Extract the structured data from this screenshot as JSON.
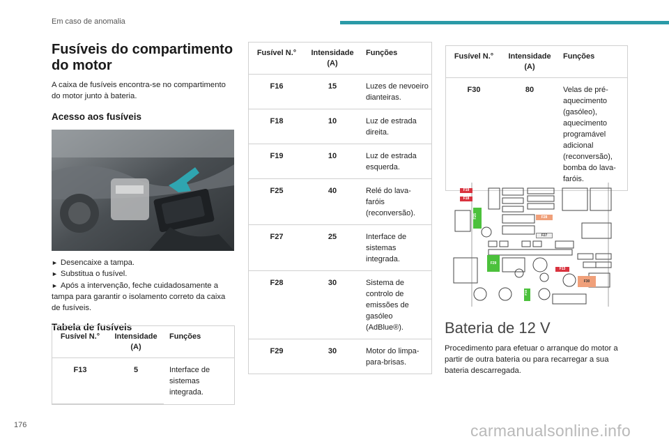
{
  "header": {
    "section": "Em caso de anomalia",
    "page_number": "176"
  },
  "watermark": "carmanualsonline.info",
  "main": {
    "title": "Fusíveis do compartimento do motor",
    "intro": "A caixa de fusíveis encontra-se no compartimento do motor junto à bateria.",
    "access_heading": "Acesso aos fusíveis",
    "steps": [
      "Desencaixe a tampa.",
      "Substitua o fusível.",
      "Após a intervenção, feche cuidadosamente a tampa para garantir o isolamento correto da caixa de fusíveis."
    ],
    "table_heading": "Tabela de fusíveis"
  },
  "table": {
    "headers": {
      "fuse": "Fusível N.°",
      "amps": "Intensidade (A)",
      "functions": "Funções"
    },
    "rows1": [
      {
        "fuse": "F13",
        "amps": "5",
        "function": "Interface de sistemas integrada."
      }
    ],
    "rows2": [
      {
        "fuse": "F16",
        "amps": "15",
        "function": "Luzes de nevoeiro dianteiras."
      },
      {
        "fuse": "F18",
        "amps": "10",
        "function": "Luz de estrada direita."
      },
      {
        "fuse": "F19",
        "amps": "10",
        "function": "Luz de estrada esquerda."
      },
      {
        "fuse": "F25",
        "amps": "40",
        "function": "Relé do lava-faróis (reconversão)."
      },
      {
        "fuse": "F27",
        "amps": "25",
        "function": "Interface de sistemas integrada."
      },
      {
        "fuse": "F28",
        "amps": "30",
        "function": "Sistema de controlo de emissões de gasóleo (AdBlue®)."
      },
      {
        "fuse": "F29",
        "amps": "30",
        "function": "Motor do limpa-para-brisas."
      }
    ],
    "rows3": [
      {
        "fuse": "F30",
        "amps": "80",
        "function": "Velas de pré-aquecimento (gasóleo), aquecimento programável adicional (reconversão), bomba do lava-faróis."
      }
    ]
  },
  "diagram_labels": [
    "F19",
    "F18",
    "F25",
    "F28",
    "F27",
    "F29",
    "F13",
    "F30",
    "F16"
  ],
  "battery": {
    "title": "Bateria de 12 V",
    "text": "Procedimento para efetuar o arranque do motor a partir de outra bateria ou para recarregar a sua bateria descarregada."
  },
  "colors": {
    "accent": "#2b9aa7",
    "fuse_red": "#d9333f",
    "fuse_orange": "#f0a07a",
    "fuse_green": "#4cc13c"
  }
}
